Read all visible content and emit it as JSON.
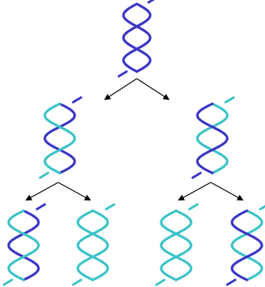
{
  "diagram": {
    "colors": {
      "parent_strand": "#3c36c4",
      "new_strand": "#3cc3c8",
      "arrow": "#000000",
      "background": "#ffffff"
    },
    "helices": [
      {
        "id": "gen0",
        "generation": 0,
        "strands": [
          "parent",
          "parent"
        ]
      },
      {
        "id": "gen1-left",
        "generation": 1,
        "strands": [
          "parent",
          "new"
        ]
      },
      {
        "id": "gen1-right",
        "generation": 1,
        "strands": [
          "new",
          "parent"
        ]
      },
      {
        "id": "gen2-a",
        "generation": 2,
        "strands": [
          "parent",
          "new"
        ]
      },
      {
        "id": "gen2-b",
        "generation": 2,
        "strands": [
          "new",
          "new"
        ]
      },
      {
        "id": "gen2-c",
        "generation": 2,
        "strands": [
          "new",
          "new"
        ]
      },
      {
        "id": "gen2-d",
        "generation": 2,
        "strands": [
          "new",
          "parent"
        ]
      }
    ],
    "arrows": [
      {
        "from": "gen0",
        "to": [
          "gen1-left",
          "gen1-right"
        ]
      },
      {
        "from": "gen1-left",
        "to": [
          "gen2-a",
          "gen2-b"
        ]
      },
      {
        "from": "gen1-right",
        "to": [
          "gen2-c",
          "gen2-d"
        ]
      }
    ]
  }
}
